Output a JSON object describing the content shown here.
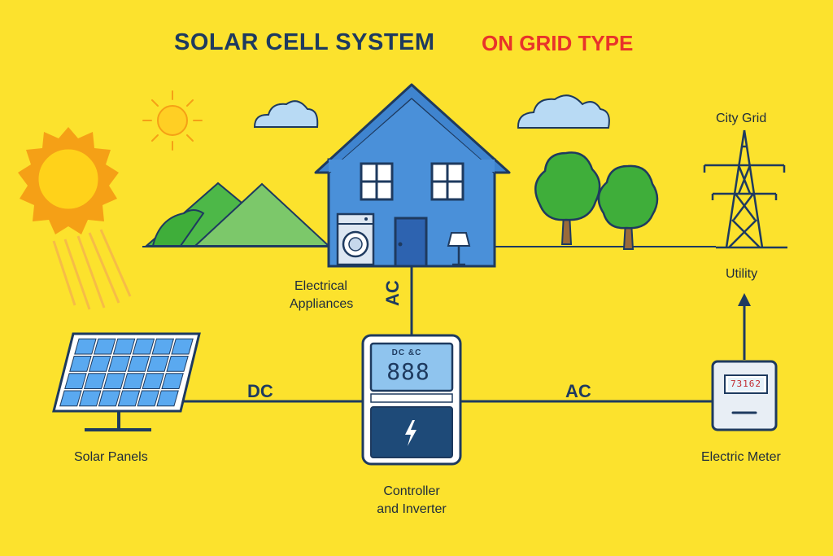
{
  "title": {
    "main": "SOLAR CELL SYSTEM",
    "sub": "ON GRID TYPE"
  },
  "labels": {
    "appliances_line1": "Electrical",
    "appliances_line2": "Appliances",
    "city_grid": "City Grid",
    "utility": "Utility",
    "solar_panels": "Solar Panels",
    "controller_line1": "Controller",
    "controller_line2": "and Inverter",
    "electric_meter": "Electric Meter"
  },
  "flows": {
    "dc": "DC",
    "ac_vertical": "AC",
    "ac_horizontal": "AC"
  },
  "inverter": {
    "lcd_label": "DC  &C",
    "lcd_value": "888"
  },
  "meter": {
    "reading": "73162"
  },
  "colors": {
    "background": "#FCE22D",
    "house": "#4A90D9",
    "outline": "#1E3A5F",
    "accent_red": "#E8332A",
    "sun": "#FFD21A",
    "sun_rays": "#F5A016",
    "tree": "#3FAE3A",
    "panel_cell": "#5AA9F0"
  },
  "icons": [
    "sun-icon",
    "cloud-icon",
    "house-icon",
    "washing-machine-icon",
    "lamp-icon",
    "tree-icon",
    "power-tower-icon",
    "solar-panel-icon",
    "inverter-icon",
    "lightning-icon",
    "electric-meter-icon",
    "arrow-up-icon"
  ]
}
